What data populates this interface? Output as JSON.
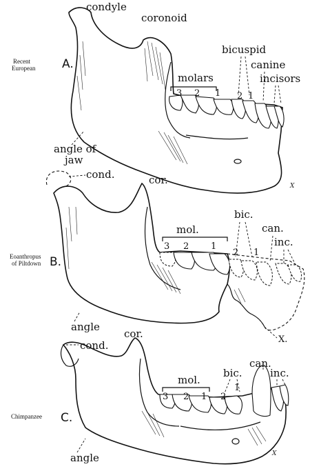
{
  "figure_a": {
    "letter": "A.",
    "species_line1": "Recent",
    "species_line2": "European",
    "labels": {
      "condyle": "condyle",
      "coronoid": "coronoid",
      "bicuspid": "bicuspid",
      "canine": "canine",
      "incisors": "incisors",
      "molars": "molars",
      "angle_line1": "angle of",
      "angle_line2": "jaw",
      "mark": "X"
    },
    "molar_numbers": [
      "3",
      "2",
      "1"
    ],
    "bicuspid_numbers": [
      "2",
      "1"
    ]
  },
  "figure_b": {
    "letter": "B.",
    "species_line1": "Eoanthropus",
    "species_line2": "of Piltdown",
    "labels": {
      "cond": "cond.",
      "cor": "cor.",
      "bic": "bic.",
      "can": "can.",
      "inc": "inc.",
      "mol": "mol.",
      "angle": "angle",
      "mark": "X."
    },
    "molar_numbers": [
      "3",
      "2",
      "1"
    ],
    "bicuspid_numbers": [
      "2",
      "1"
    ]
  },
  "figure_c": {
    "letter": "C.",
    "species_line1": "Chimpanzee",
    "labels": {
      "cond": "cond.",
      "cor": "cor.",
      "bic": "bic.",
      "can": "can.",
      "inc": "inc.",
      "mol": "mol.",
      "angle": "angle",
      "mark": "X"
    },
    "molar_numbers": [
      "3",
      "2",
      "1"
    ],
    "bicuspid_numbers": [
      "2",
      "1"
    ]
  }
}
